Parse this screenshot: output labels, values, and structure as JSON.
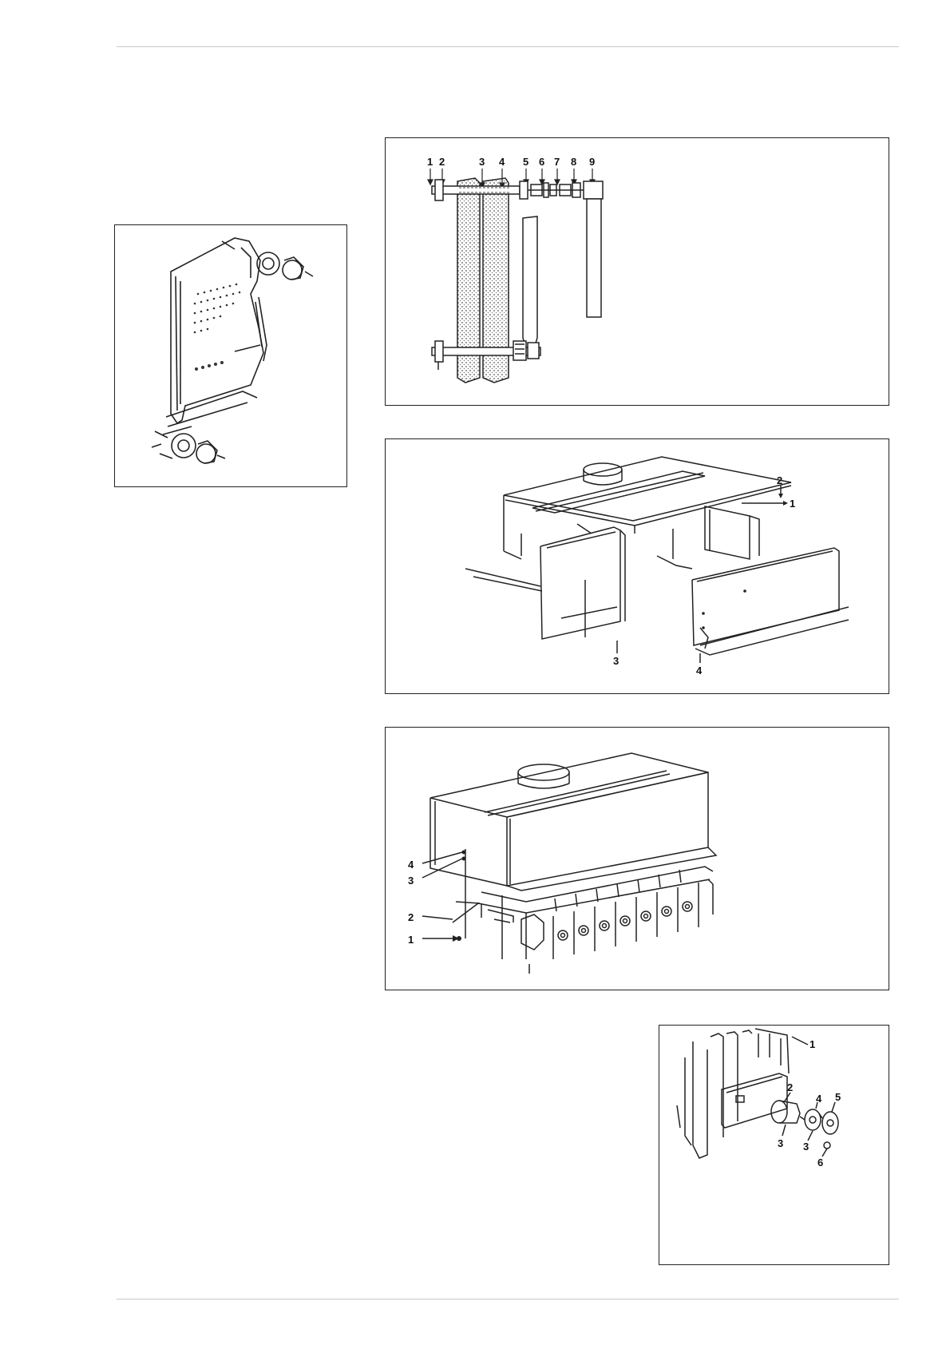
{
  "figure_top": {
    "callouts": [
      "1",
      "2",
      "3",
      "4",
      "5",
      "6",
      "7",
      "8",
      "9"
    ]
  },
  "figure_mid": {
    "callouts": [
      "1",
      "2",
      "3",
      "4"
    ]
  },
  "figure_low": {
    "callouts": [
      "4",
      "3",
      "2",
      "1"
    ]
  },
  "figure_br": {
    "callouts": [
      "1",
      "2",
      "3",
      "4",
      "5",
      "3",
      "6"
    ]
  }
}
